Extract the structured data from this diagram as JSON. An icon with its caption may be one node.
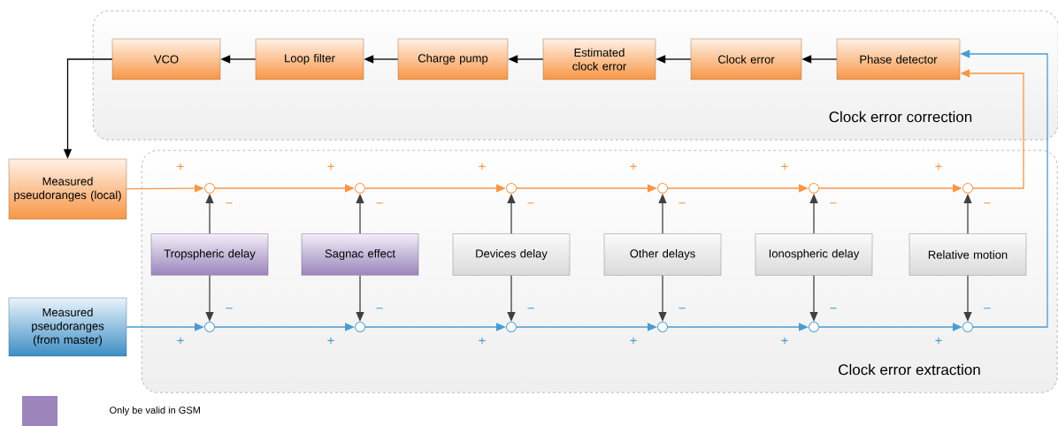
{
  "diagram": {
    "nodes": [
      {
        "text": [
          "Clock error correction"
        ]
      },
      {
        "text": [
          "VCO"
        ],
        "in": 0
      },
      {
        "text": [
          "Loop filter"
        ],
        "in": 0
      },
      {
        "text": [
          "Charge pump"
        ],
        "in": 0
      },
      {
        "text": [
          "Estimated clock error"
        ],
        "in": 0
      },
      {
        "text": [
          "Clock error"
        ],
        "in": 0
      },
      {
        "text": [
          "Phase detector"
        ],
        "in": 0
      },
      {
        "text": [
          "Clock error extraction"
        ]
      },
      {
        "text": [
          "Measured pseudoranges (local)"
        ]
      },
      {
        "text": [
          "Measured pseudoranges (from master)"
        ]
      },
      {
        "text": [],
        "shape": "circle",
        "in": 7,
        "beside": [
          "+",
          "−"
        ]
      },
      {
        "text": [],
        "shape": "circle",
        "in": 7,
        "beside": [
          "+",
          "−"
        ]
      },
      {
        "text": [],
        "shape": "circle",
        "in": 7,
        "beside": [
          "+",
          "−"
        ]
      },
      {
        "text": [],
        "shape": "circle",
        "in": 7,
        "beside": [
          "+",
          "−"
        ]
      },
      {
        "text": [],
        "shape": "circle",
        "in": 7,
        "beside": [
          "+",
          "−"
        ]
      },
      {
        "text": [],
        "shape": "circle",
        "in": 7,
        "beside": [
          "+",
          "−"
        ]
      },
      {
        "text": [
          "Tropspheric delay"
        ],
        "in": 7
      },
      {
        "text": [
          "Sagnac effect"
        ],
        "in": 7
      },
      {
        "text": [
          "Devices delay"
        ],
        "in": 7
      },
      {
        "text": [
          "Other delays"
        ],
        "in": 7
      },
      {
        "text": [
          "Ionospheric delay"
        ],
        "in": 7
      },
      {
        "text": [
          "Relative motion"
        ],
        "in": 7
      },
      {
        "text": [],
        "shape": "circle",
        "in": 7,
        "beside": [
          "−",
          "+"
        ]
      },
      {
        "text": [],
        "shape": "circle",
        "in": 7,
        "beside": [
          "−",
          "+"
        ]
      },
      {
        "text": [],
        "shape": "circle",
        "in": 7,
        "beside": [
          "−",
          "+"
        ]
      },
      {
        "text": [],
        "shape": "circle",
        "in": 7,
        "beside": [
          "−",
          "+"
        ]
      },
      {
        "text": [],
        "shape": "circle",
        "in": 7,
        "beside": [
          "−",
          "+"
        ]
      },
      {
        "text": [],
        "shape": "circle",
        "in": 7,
        "beside": [
          "−",
          "+"
        ]
      }
    ],
    "edges": [
      {
        "from": 6,
        "to": 5,
        "arrow": "to",
        "color": "#000000"
      },
      {
        "from": 5,
        "to": 4,
        "arrow": "to",
        "color": "#000000"
      },
      {
        "from": 4,
        "to": 3,
        "arrow": "to",
        "color": "#000000"
      },
      {
        "from": 3,
        "to": 2,
        "arrow": "to",
        "color": "#000000"
      },
      {
        "from": 2,
        "to": 1,
        "arrow": "to",
        "color": "#000000"
      },
      {
        "from": 1,
        "to": 8,
        "arrow": "to",
        "color": "#000000"
      },
      {
        "from": 8,
        "to": 10,
        "arrow": "to",
        "color": "#f79646"
      },
      {
        "from": 10,
        "to": 11,
        "arrow": "to",
        "color": "#f79646"
      },
      {
        "from": 11,
        "to": 12,
        "arrow": "to",
        "color": "#f79646"
      },
      {
        "from": 12,
        "to": 13,
        "arrow": "to",
        "color": "#f79646"
      },
      {
        "from": 13,
        "to": 14,
        "arrow": "to",
        "color": "#f79646"
      },
      {
        "from": 14,
        "to": 15,
        "arrow": "to",
        "color": "#f79646"
      },
      {
        "from": 15,
        "to": 6,
        "arrow": "to",
        "color": "#f79646"
      },
      {
        "from": 9,
        "to": 22,
        "arrow": "to",
        "color": "#4a9bd2"
      },
      {
        "from": 22,
        "to": 23,
        "arrow": "to",
        "color": "#4a9bd2"
      },
      {
        "from": 23,
        "to": 24,
        "arrow": "to",
        "color": "#4a9bd2"
      },
      {
        "from": 24,
        "to": 25,
        "arrow": "to",
        "color": "#4a9bd2"
      },
      {
        "from": 25,
        "to": 26,
        "arrow": "to",
        "color": "#4a9bd2"
      },
      {
        "from": 26,
        "to": 27,
        "arrow": "to",
        "color": "#4a9bd2"
      },
      {
        "from": 27,
        "to": 6,
        "arrow": "to",
        "color": "#4a9bd2"
      },
      {
        "from": 16,
        "to": 10,
        "arrow": "to"
      },
      {
        "from": 16,
        "to": 22,
        "arrow": "to"
      },
      {
        "from": 17,
        "to": 11,
        "arrow": "to"
      },
      {
        "from": 17,
        "to": 23,
        "arrow": "to"
      },
      {
        "from": 18,
        "to": 12,
        "arrow": "to"
      },
      {
        "from": 18,
        "to": 24,
        "arrow": "to"
      },
      {
        "from": 19,
        "to": 13,
        "arrow": "to"
      },
      {
        "from": 19,
        "to": 25,
        "arrow": "to"
      },
      {
        "from": 20,
        "to": 14,
        "arrow": "to"
      },
      {
        "from": 20,
        "to": 26,
        "arrow": "to"
      },
      {
        "from": 21,
        "to": 15,
        "arrow": "to"
      },
      {
        "from": 21,
        "to": 27,
        "arrow": "to"
      }
    ],
    "legend": [
      {
        "text": "Only be valid in GSM",
        "color": "#9b85bb"
      }
    ]
  }
}
